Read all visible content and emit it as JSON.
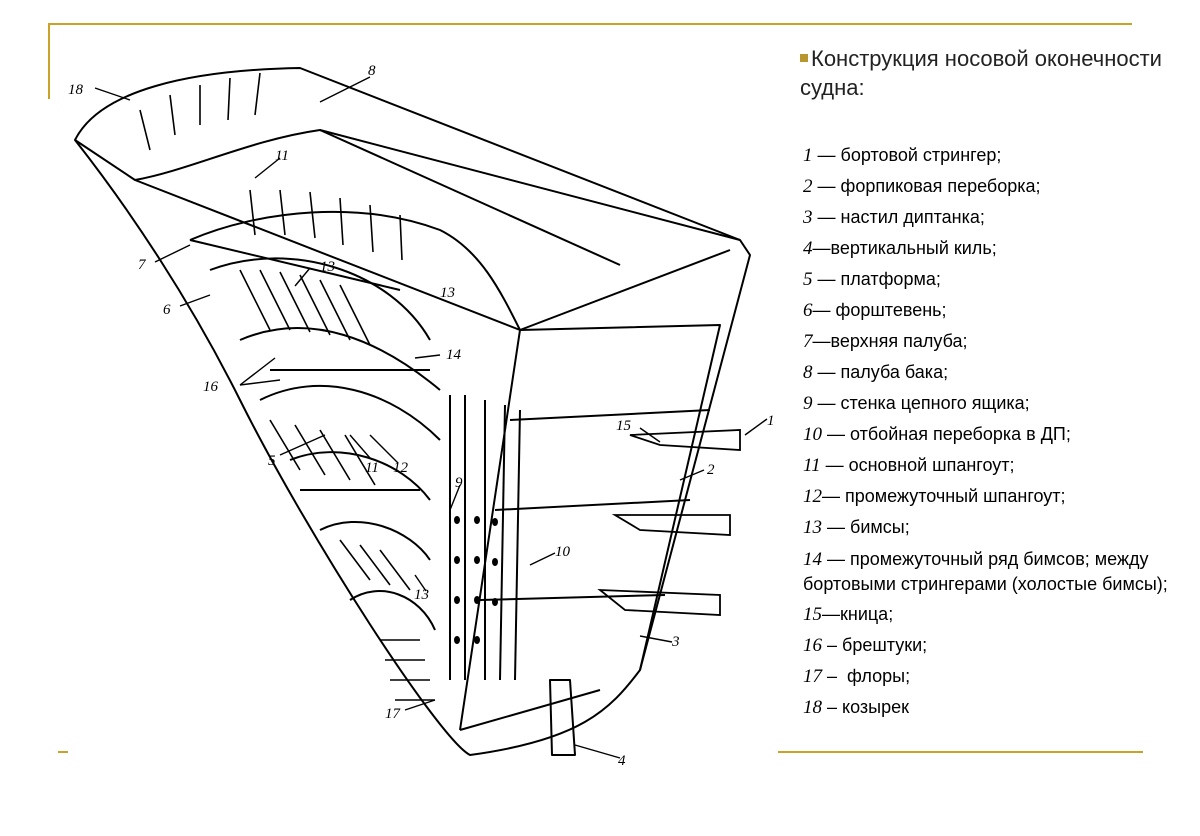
{
  "title": "Конструкция носовой оконечности судна:",
  "accent_color": "#c9a227",
  "legend": [
    {
      "num": "1",
      "sep": " — ",
      "text": "бортовой стрингер;"
    },
    {
      "num": "2",
      "sep": " — ",
      "text": "форпиковая переборка;"
    },
    {
      "num": "3",
      "sep": " — ",
      "text": "настил диптанка;"
    },
    {
      "num": "4",
      "sep": "—",
      "text": "вертикальный киль;"
    },
    {
      "num": "5",
      "sep": " — ",
      "text": "платформа;"
    },
    {
      "num": "6",
      "sep": "— ",
      "text": "форштевень;"
    },
    {
      "num": "7",
      "sep": "—",
      "text": "верхняя палуба;"
    },
    {
      "num": "8",
      "sep": " — ",
      "text": "палуба бака;"
    },
    {
      "num": "9",
      "sep": " — ",
      "text": "стенка цепного ящика;"
    },
    {
      "num": "10",
      "sep": " — ",
      "text": "отбойная переборка в ДП;"
    },
    {
      "num": "11",
      "sep": " — ",
      "text": "основной шпангоут;"
    },
    {
      "num": "12",
      "sep": "— ",
      "text": "промежуточный шпангоут;"
    },
    {
      "num": "13",
      "sep": " — ",
      "text": "бимсы;"
    },
    {
      "num": "14",
      "sep": " — ",
      "text": "промежуточный ряд бимсов; между бортовыми стрингерами (холостые бимсы);"
    },
    {
      "num": "15",
      "sep": "—",
      "text": "кница;"
    },
    {
      "num": "16",
      "sep": " – ",
      "text": "брештуки;"
    },
    {
      "num": "17",
      "sep": " –  ",
      "text": "флоры;"
    },
    {
      "num": "18",
      "sep": " – ",
      "text": "козырек"
    }
  ],
  "callouts": {
    "n18": "18",
    "n8": "8",
    "n11a": "11",
    "n7": "7",
    "n13a": "13",
    "n13b": "13",
    "n6": "6",
    "n14": "14",
    "n16": "16",
    "n15": "15",
    "n1": "1",
    "n2": "2",
    "n5": "5",
    "n11b": "11",
    "n12": "12",
    "n9": "9",
    "n10": "10",
    "n13c": "13",
    "n3": "3",
    "n17": "17",
    "n4": "4"
  }
}
